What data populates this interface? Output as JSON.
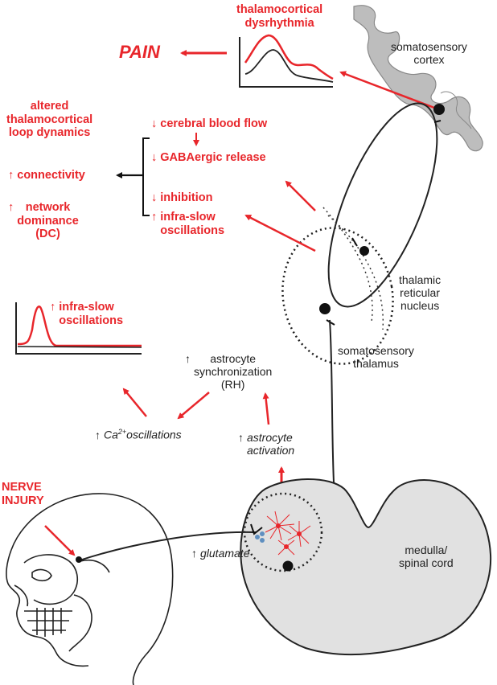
{
  "labels": {
    "thalamocortical_dysrhythmia": "thalamocortical\ndysrhythmia",
    "pain": "PAIN",
    "somatosensory_cortex": "somatosensory\ncortex",
    "altered_loop": "altered\nthalamocortical\nloop dynamics",
    "connectivity": "connectivity",
    "network_dominance": "network\ndominance\n(DC)",
    "cerebral_blood_flow": "cerebral blood flow",
    "gabaergic_release": "GABAergic release",
    "inhibition": "inhibition",
    "infra_slow_osc_top": "infra-slow\noscillations",
    "thalamic_reticular_nucleus": "thalamic\nreticular\nnucleus",
    "somatosensory_thalamus": "somatosensory\nthalamus",
    "infra_slow_osc_inset": "infra-slow\noscillations",
    "astrocyte_synchronization": "astrocyte\nsynchronization\n(RH)",
    "ca_oscillations_pre": "Ca",
    "ca_oscillations_sup": "2+",
    "ca_oscillations_post": "oscillations",
    "astrocyte_activation": "astrocyte\nactivation",
    "nerve_injury": "NERVE\nINJURY",
    "glutamate": "glutamate",
    "medulla_spinal_cord": "medulla/\nspinal cord"
  },
  "symbols": {
    "up": "↑",
    "down": "↓"
  },
  "colors": {
    "red": "#e8262b",
    "black": "#222222",
    "gray_fill": "#e0e0e0",
    "cortex_gray": "#b9b9b9"
  },
  "icons": [
    "up-arrow-icon",
    "down-arrow-icon",
    "neuron-icon",
    "astrocyte-icon",
    "skull-head-icon"
  ]
}
